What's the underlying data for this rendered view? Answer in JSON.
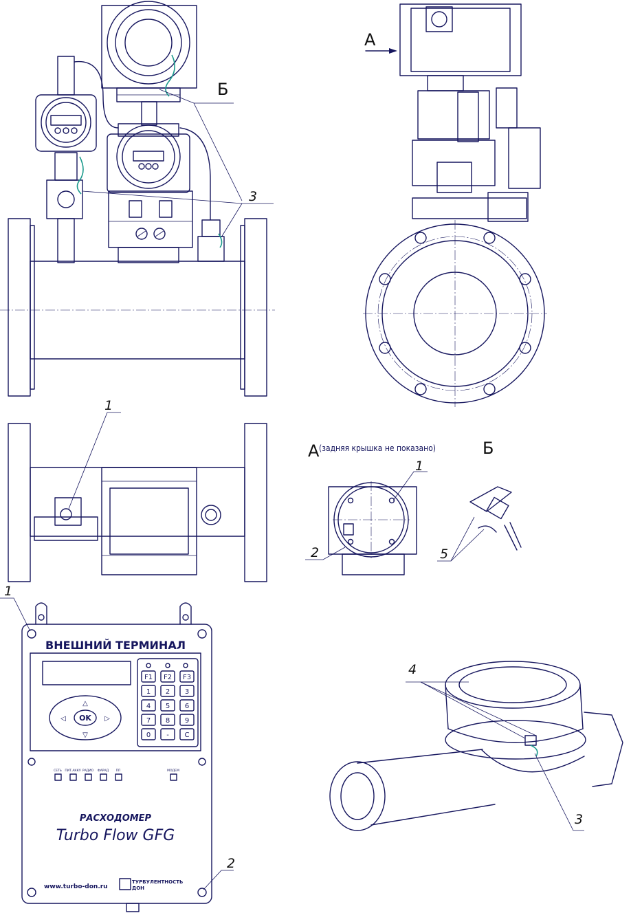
{
  "views": {
    "view_a_arrow_label": "А",
    "view_b_label": "Б",
    "section_a_letter": "А",
    "section_a_note": "(задняя крышка не показано)",
    "section_b_letter": "Б"
  },
  "callouts": {
    "c3_top": "3",
    "c1_bottom_view": "1",
    "c1_section_a": "1",
    "c2_section_a": "2",
    "c5_section_b": "5",
    "c1_terminal": "1",
    "c2_terminal": "2",
    "c4_meter": "4",
    "c3_meter": "3"
  },
  "terminal": {
    "header": "ВНЕШНИЙ ТЕРМИНАЛ",
    "keys": [
      "F1",
      "F2",
      "F3",
      "1",
      "2",
      "3",
      "4",
      "5",
      "6",
      "7",
      "8",
      "9",
      "0",
      "-",
      "C"
    ],
    "ok_label": "OK",
    "indicators": [
      "СЕТЬ",
      "ПИТ.АККУ",
      "РАДИО",
      "ФАРАД",
      "ПП"
    ],
    "modem_label": "МОДЕМ",
    "product_line1": "РАСХОДОМЕР",
    "product_line2": "Turbo Flow GFG",
    "website": "www.turbo-don.ru",
    "brand_line1": "ТУРБУЛЕНТНОСТЬ",
    "brand_line2": "ДОН"
  },
  "colors": {
    "line": "#16165e",
    "seal_wire": "#1b9a8c"
  }
}
